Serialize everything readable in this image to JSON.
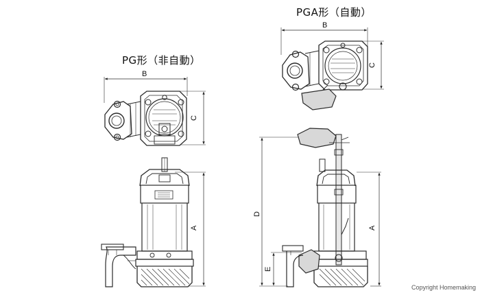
{
  "titles": {
    "pg": "PG形（非自動）",
    "pga": "PGA形（自動）"
  },
  "dimension_labels": {
    "b": "B",
    "c": "C",
    "a": "A",
    "d": "D",
    "e": "E"
  },
  "copyright": "Copyright Homemaking",
  "colors": {
    "line": "#2a2a2a",
    "background": "#ffffff",
    "float": "#d8d8d8",
    "pipe": "#e0e0e0"
  }
}
